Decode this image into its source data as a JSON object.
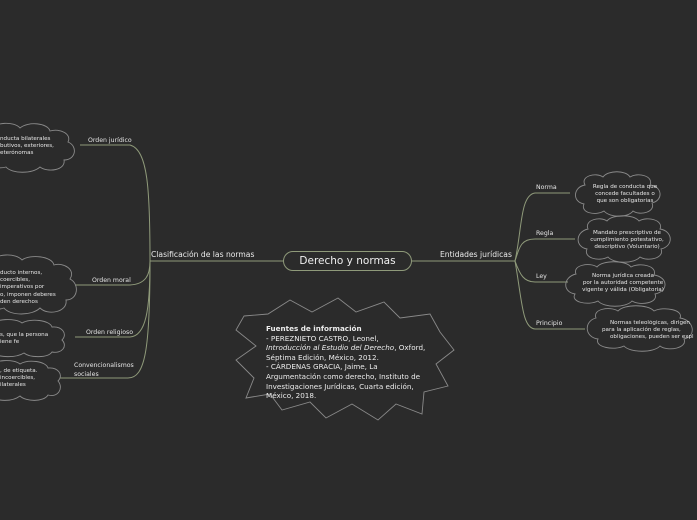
{
  "central": {
    "label": "Derecho y normas"
  },
  "left": {
    "label": "Clasificación de las normas",
    "items": [
      {
        "label": "Orden jurídico",
        "note": [
          "nducta bilaterales",
          "butivos, exteriores,",
          "eterónomas"
        ]
      },
      {
        "label": "Orden moral",
        "note": [
          "ducto internos,",
          "coercibles,",
          "imperativos por",
          "o, imponen deberes",
          "den derechos"
        ]
      },
      {
        "label": "Orden religioso",
        "note": [
          "s, que la persona",
          "iene fe"
        ]
      },
      {
        "label": "Convencionalismos sociales",
        "label_lines": [
          "Convencionalismos",
          "sociales"
        ],
        "note": [
          ", de etiqueta.",
          "incoercibles,",
          "ilaterales"
        ]
      }
    ]
  },
  "right": {
    "label": "Entidades jurídicas",
    "items": [
      {
        "label": "Norma",
        "note": [
          "Regla de conducta que",
          "concede facultades o",
          "que son obligatorias"
        ]
      },
      {
        "label": "Regla",
        "note": [
          "Mandato prescriptivo de",
          "cumplimiento potestativo,",
          "descriptivo (Voluntario)"
        ]
      },
      {
        "label": "Ley",
        "note": [
          "Norma jurídica creada",
          "por la autoridad competente",
          "vigente y válida (Obligatoria)"
        ]
      },
      {
        "label": "Principio",
        "note": [
          "Normas teleológicas, dirigen",
          "para la aplicación de reglas,",
          "obligaciones, pueden ser expl"
        ]
      }
    ]
  },
  "sources": {
    "title": "Fuentes de información",
    "ref1_author": "- PEREZNIETO CASTRO, Leonel,",
    "ref1_title": "Introducción al Estudio del Derecho",
    "ref1_rest": ", Oxford,",
    "ref1_line3": "Séptima Edición, México, 2012.",
    "ref2_line1": "- CÁRDENAS GRACIA, Jaime, La",
    "ref2_line2": "Argumentación como derecho, Instituto de",
    "ref2_line3": "Investigaciones Jurídicas, Cuarta edición,",
    "ref2_line4": "México, 2018."
  },
  "colors": {
    "background": "#2b2b2b",
    "branch": "#8f9a7a",
    "cloud_stroke": "#8a8a8a"
  }
}
